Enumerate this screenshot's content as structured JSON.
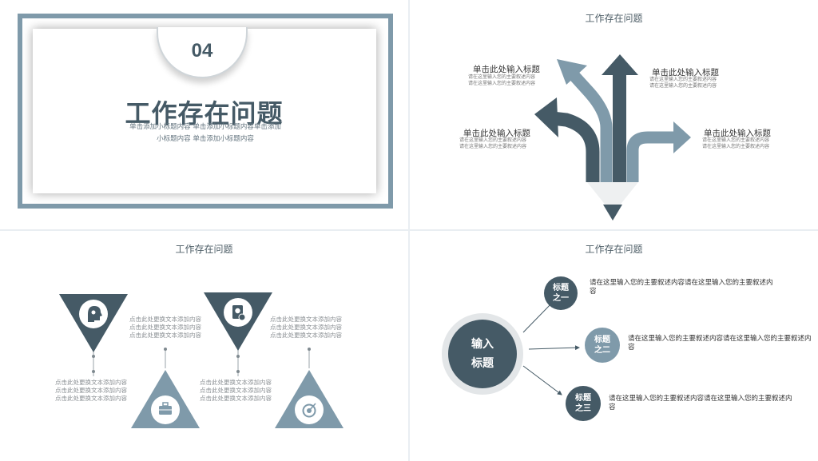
{
  "slide1": {
    "number": "04",
    "title": "工作存在问题",
    "subtitle_line1": "单击添加小标题内容 单击添加小标题内容单击添加",
    "subtitle_line2": "小标题内容 单击添加小标题内容"
  },
  "slide2": {
    "title": "工作存在问题",
    "labels": [
      {
        "heading": "单击此处输入标题",
        "body1": "请在这里输入您的主要叙述内容",
        "body2": "请在这里输入您的主要叙述内容"
      },
      {
        "heading": "单击此处输入标题",
        "body1": "请在这里输入您的主要叙述内容",
        "body2": "请在这里输入您的主要叙述内容"
      },
      {
        "heading": "单击此处输入标题",
        "body1": "请在这里输入您的主要叙述内容",
        "body2": "请在这里输入您的主要叙述内容"
      },
      {
        "heading": "单击此处输入标题",
        "body1": "请在这里输入您的主要叙述内容",
        "body2": "请在这里输入您的主要叙述内容"
      }
    ]
  },
  "slide3": {
    "title": "工作存在问题",
    "text_line": "点击此处更换文本添加内容",
    "icons": [
      "user-head-icon",
      "briefcase-icon",
      "document-money-icon",
      "target-icon"
    ],
    "colors": {
      "dark": "#455a66",
      "light": "#7f9aaa"
    }
  },
  "slide4": {
    "title": "工作存在问题",
    "center_line1": "输入",
    "center_line2": "标题",
    "items": [
      {
        "line1": "标题",
        "line2": "之一",
        "desc": "请在这里输入您的主要叙述内容请在这里输入您的主要叙述内容"
      },
      {
        "line1": "标题",
        "line2": "之二",
        "desc": "请在这里输入您的主要叙述内容请在这里输入您的主要叙述内容"
      },
      {
        "line1": "标题",
        "line2": "之三",
        "desc": "请在这里输入您的主要叙述内容请在这里输入您的主要叙述内容"
      }
    ]
  }
}
